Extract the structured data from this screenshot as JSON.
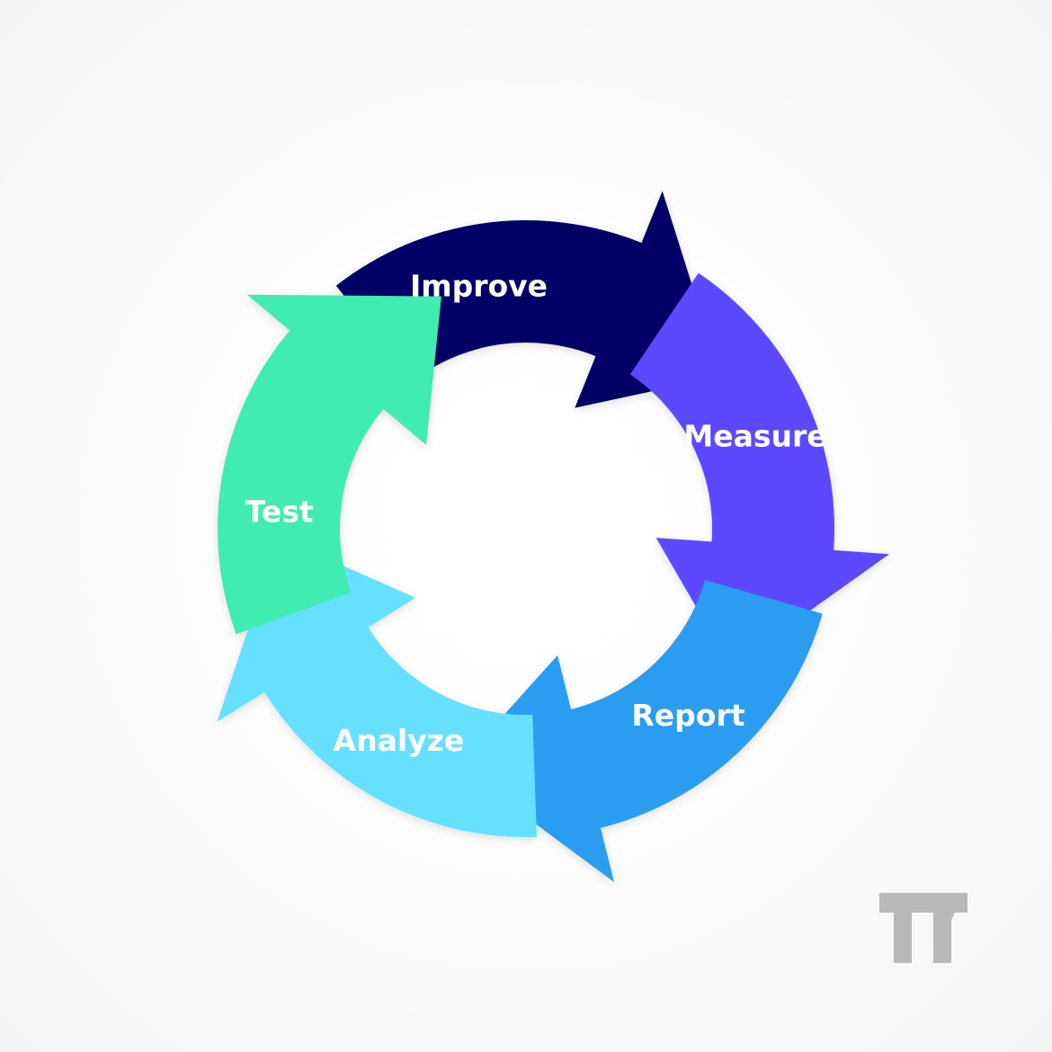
{
  "diagram": {
    "steps": [
      {
        "label": "Improve",
        "color": "#000066"
      },
      {
        "label": "Measure",
        "color": "#5c4aff"
      },
      {
        "label": "Report",
        "color": "#2a9df0"
      },
      {
        "label": "Analyze",
        "color": "#66e0ff"
      },
      {
        "label": "Test",
        "color": "#40ecaf"
      }
    ]
  },
  "logo": {
    "icon": "tt-logo-icon",
    "color": "#b9b9bb"
  }
}
